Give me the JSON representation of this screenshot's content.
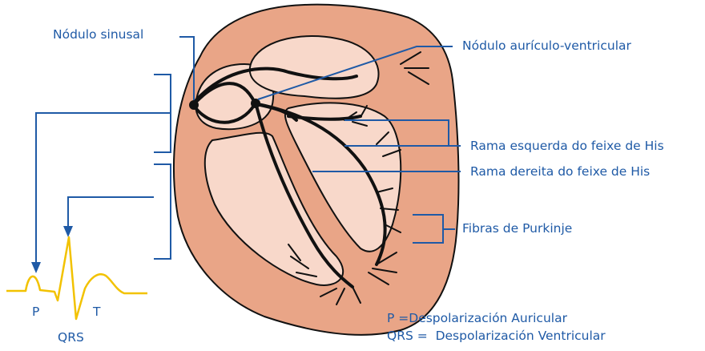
{
  "labels": {
    "sinus_node": "Nódulo sinusal",
    "av_node": "Nódulo aurículo-ventricular",
    "left_bundle": "Rama esquerda do feixe de His",
    "right_bundle": "Rama dereita do feixe de His",
    "purkinje": "Fibras de Purkinje"
  },
  "ecg": {
    "p": "P",
    "qrs": "QRS",
    "t": "T"
  },
  "legend": {
    "line1": "P =Despolarización Auricular",
    "line2": "QRS =  Despolarización Ventricular"
  },
  "colors": {
    "label_blue": "#1f5aa6",
    "heart_outer": "#e9a587",
    "heart_inner": "#f8d8ca",
    "ecg_trace": "#f2c200",
    "conduction": "#111111"
  }
}
